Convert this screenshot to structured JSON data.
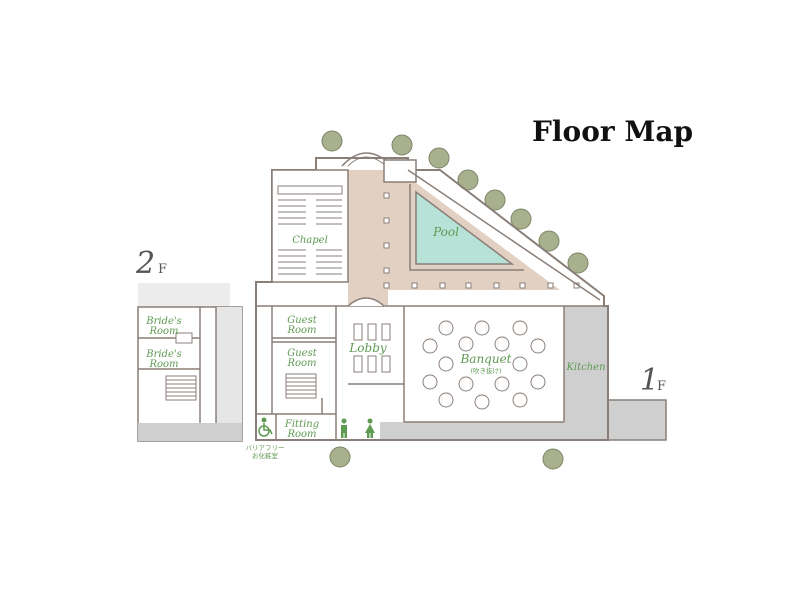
{
  "title": "Floor Map",
  "floors": {
    "upper": {
      "number": "2",
      "unit": "F"
    },
    "lower": {
      "number": "1",
      "unit": "F"
    }
  },
  "rooms": {
    "chapel": "Chapel",
    "pool": "Pool",
    "brides_room_1": [
      "Bride's",
      "Room"
    ],
    "brides_room_2": [
      "Bride's",
      "Room"
    ],
    "guest_room_1": [
      "Guest",
      "Room"
    ],
    "guest_room_2": [
      "Guest",
      "Room"
    ],
    "lobby": "Lobby",
    "banquet": "Banquet",
    "banquet_sub": "(吹き抜け)",
    "kitchen": "Kitchen",
    "fitting_room": [
      "Fitting",
      "Room"
    ],
    "accessible_restroom": [
      "バリアフリー",
      "お化粧室"
    ]
  },
  "icons": [
    "wheelchair-icon",
    "male-restroom-icon",
    "female-restroom-icon",
    "tree-icon"
  ],
  "colors": {
    "wall": "#8a7f78",
    "corridor": "#e2d0c3",
    "pool": "#b7e2d8",
    "service_area": "#cfcfcf",
    "label_green": "#5e9a52",
    "tree": "#a8b08d"
  }
}
